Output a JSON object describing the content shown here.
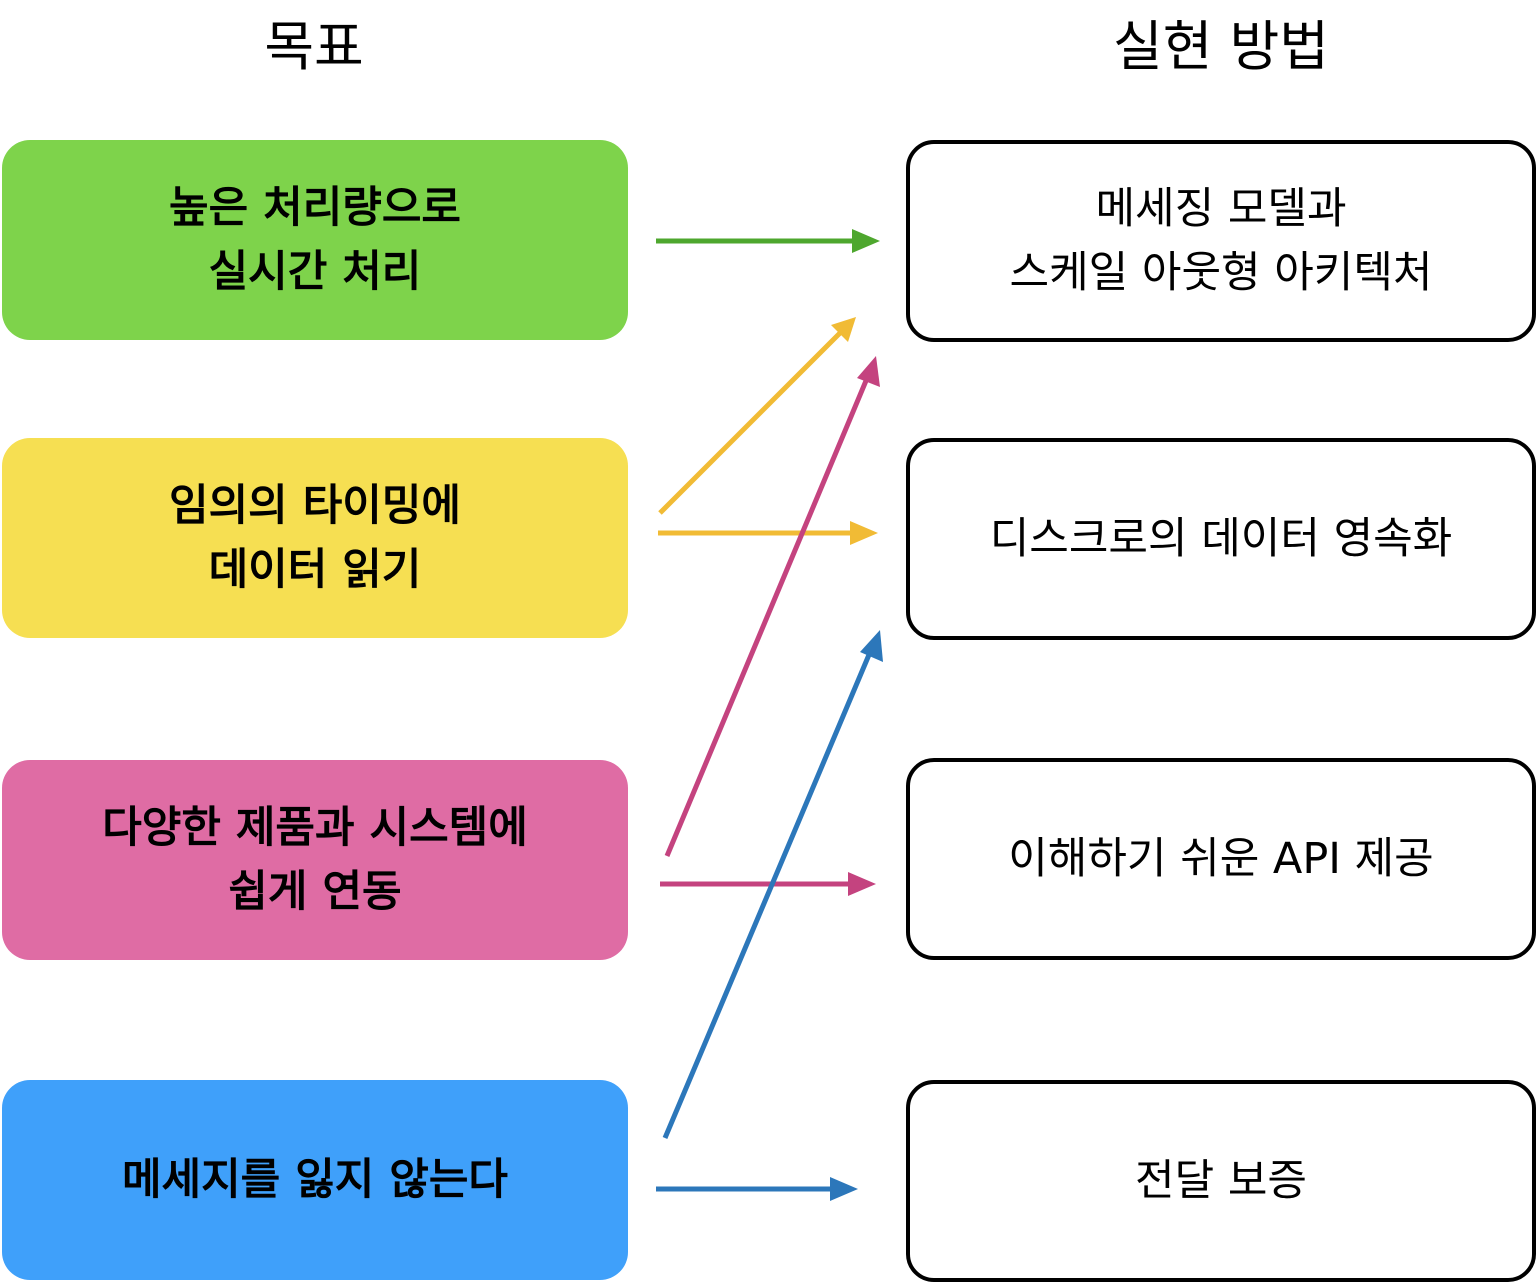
{
  "headings": {
    "goals": "목표",
    "methods": "실현 방법"
  },
  "goals": [
    {
      "lines": [
        "높은 처리량으로",
        "실시간 처리"
      ],
      "color": "#7ED34B"
    },
    {
      "lines": [
        "임의의 타이밍에",
        "데이터 읽기"
      ],
      "color": "#F6DF52"
    },
    {
      "lines": [
        "다양한 제품과 시스템에",
        "쉽게 연동"
      ],
      "color": "#DF6CA4"
    },
    {
      "lines": [
        "메세지를 잃지 않는다"
      ],
      "color": "#3FA0FA"
    }
  ],
  "methods": [
    {
      "lines": [
        "메세징 모델과",
        "스케일 아웃형 아키텍처"
      ]
    },
    {
      "lines": [
        "디스크로의 데이터 영속화"
      ]
    },
    {
      "lines": [
        "이해하기 쉬운 API 제공"
      ]
    },
    {
      "lines": [
        "전달 보증"
      ]
    }
  ],
  "arrow_colors": {
    "green": "#4EA72E",
    "yellow": "#F1BB35",
    "pink": "#C4437F",
    "blue": "#2C77BA"
  }
}
